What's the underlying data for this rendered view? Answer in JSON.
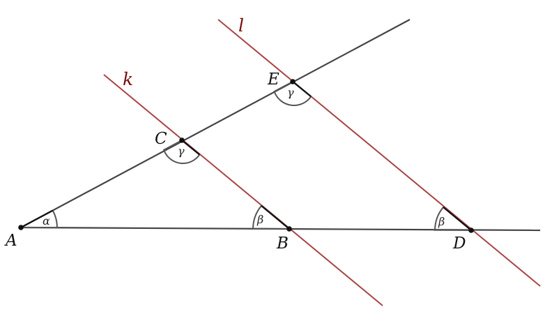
{
  "colors": {
    "segment": "#444444",
    "parallel": "#a84444",
    "parallel_label": "#7a0a0a",
    "angle_arc": "#555555",
    "point": "#111111",
    "text": "#111111"
  },
  "lines": {
    "k": "k",
    "l": "l"
  },
  "points": {
    "A": "A",
    "B": "B",
    "C": "C",
    "D": "D",
    "E": "E"
  },
  "angles": {
    "alpha": "α",
    "beta_B": "β",
    "beta_D": "β",
    "gamma_C": "γ",
    "gamma_E": "γ"
  }
}
